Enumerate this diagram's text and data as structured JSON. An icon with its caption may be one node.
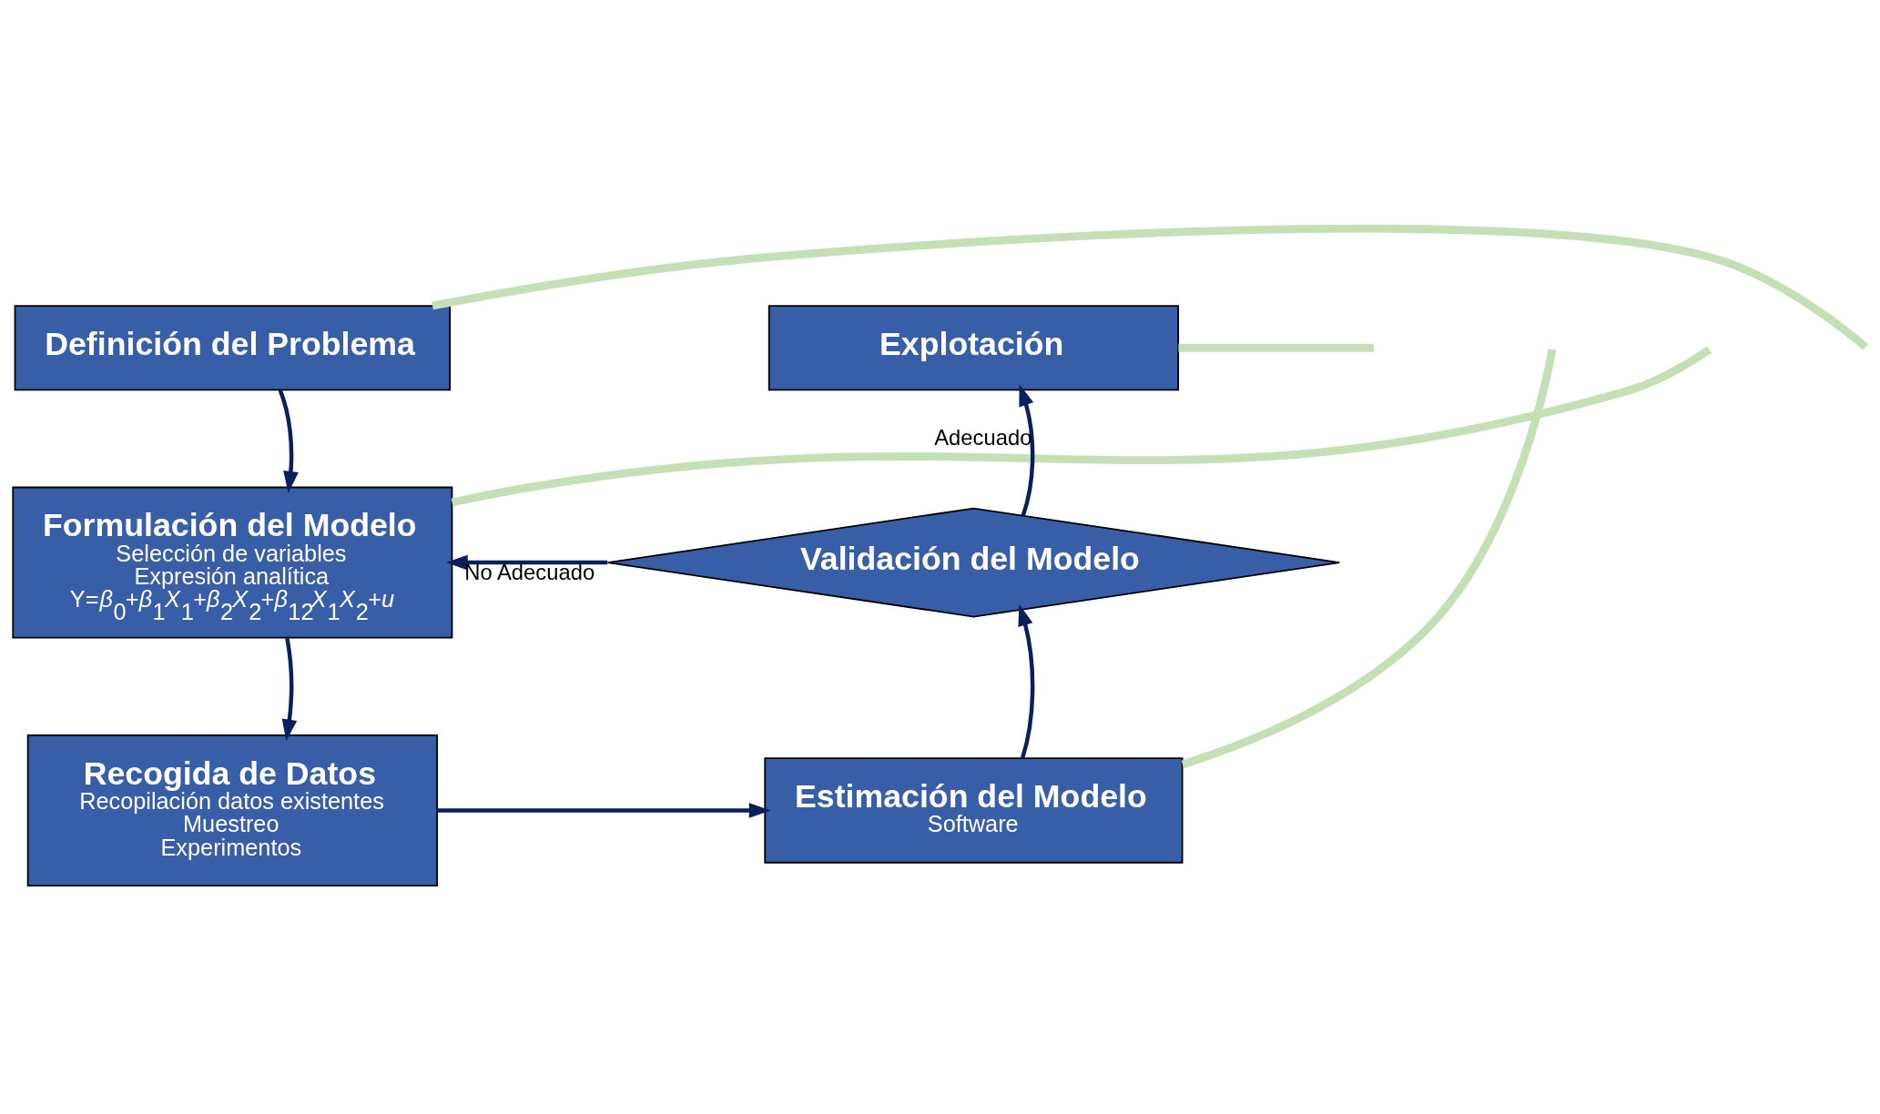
{
  "diagram": {
    "nodes": [
      {
        "text": [
          "Definición del Problema"
        ]
      },
      {
        "text": [
          "Formulación del Modelo",
          "Selección de variables",
          "Expresión analítica",
          "Y=*β*$_{0}$+*β*$_{1}$*X*$_{1}$+*β*$_{2}$*X*$_{2}$+*β*$_{12}$*X*$_{1}$*X*$_{2}$+*u*"
        ]
      },
      {
        "text": [
          "Recogida de Datos",
          "Recopilación datos existentes",
          "Muestreo",
          "Experimentos"
        ]
      },
      {
        "text": [
          "Estimación del Modelo",
          "Software"
        ]
      },
      {
        "text": [
          "Validación del Modelo"
        ]
      },
      {
        "text": [
          "Explotación"
        ]
      }
    ],
    "edges": [
      {
        "from": 0,
        "to": 1,
        "arrow": "to"
      },
      {
        "from": 1,
        "to": 2,
        "arrow": "to"
      },
      {
        "from": 2,
        "to": 3,
        "arrow": "to"
      },
      {
        "from": 3,
        "to": 4,
        "arrow": "to"
      },
      {
        "from": 4,
        "to": 5,
        "arrow": "to",
        "label": "Adecuado"
      },
      {
        "from": 4,
        "to": 1,
        "arrow": "to",
        "label": "No Adecuado"
      },
      {
        "from": 0,
        "to": null,
        "arrow": "none",
        "color": "#c5e0b4",
        "style": "thick"
      },
      {
        "from": 5,
        "to": null,
        "arrow": "none",
        "color": "#c5e0b4",
        "style": "thick"
      },
      {
        "from": 1,
        "to": null,
        "arrow": "none",
        "color": "#c5e0b4",
        "style": "thick"
      },
      {
        "from": 3,
        "to": null,
        "arrow": "none",
        "color": "#c5e0b4",
        "style": "thick"
      }
    ]
  }
}
